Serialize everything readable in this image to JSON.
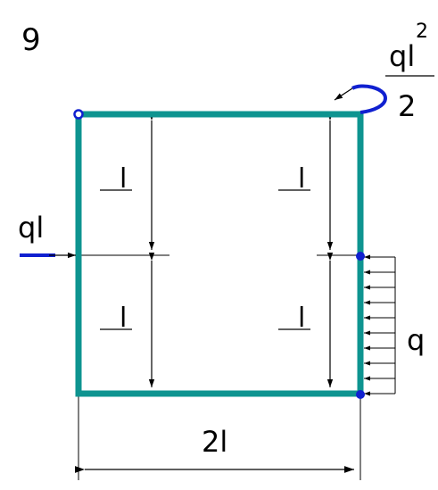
{
  "problem_number": "9",
  "labels": {
    "moment_numerator": "ql",
    "moment_exponent": "2",
    "moment_denominator": "2",
    "point_force": "ql",
    "distributed_load": "q",
    "width": "2l",
    "segment_upper_left": "l",
    "segment_lower_left": "l",
    "segment_upper_right": "l",
    "segment_lower_right": "l"
  },
  "colors": {
    "frame": "#0e9490",
    "force": "#1020d0",
    "node": "#1020d0",
    "line": "#000000"
  },
  "distributed_load_arrow_count": 10
}
